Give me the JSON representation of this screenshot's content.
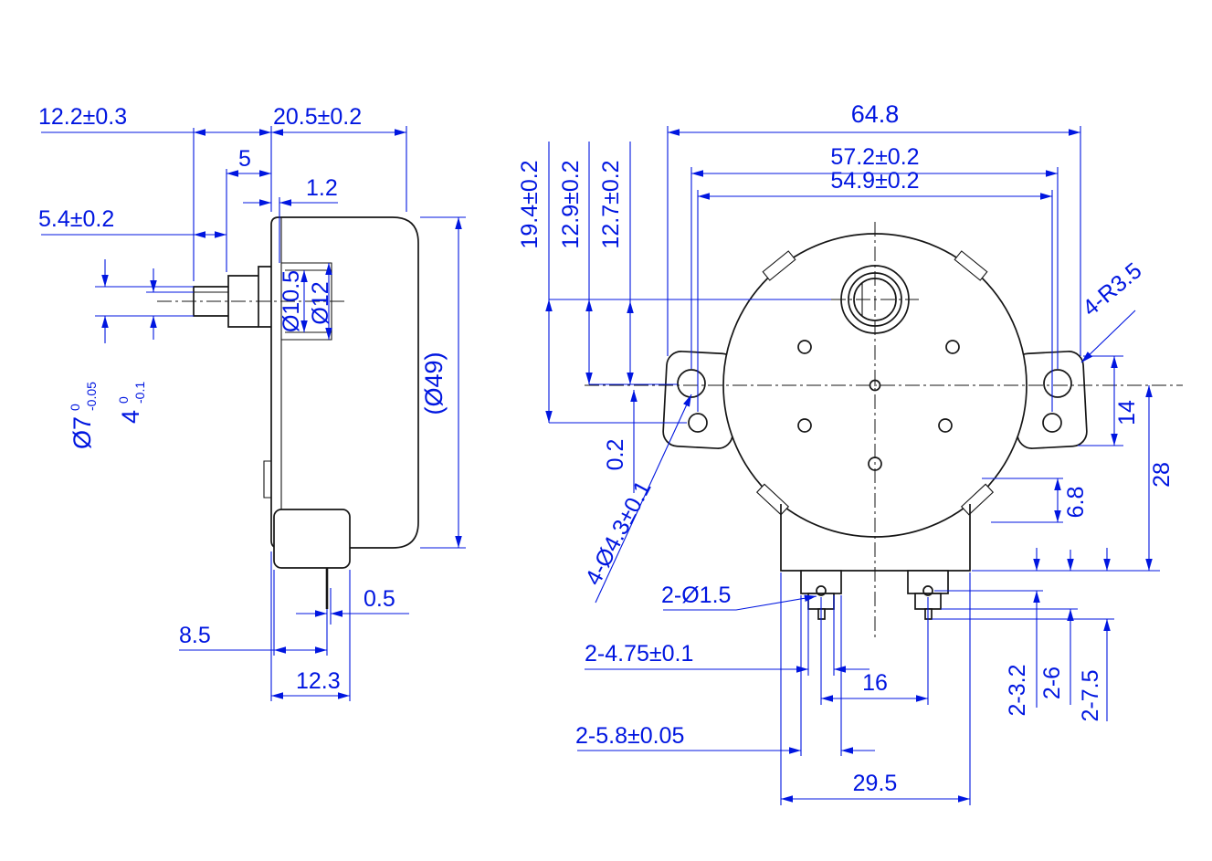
{
  "meta": {
    "type": "engineering-drawing",
    "subject": "synchronous-motor",
    "units": "mm",
    "dimension_color": "#0016e0",
    "geometry_color": "#161616",
    "background": "#ffffff"
  },
  "side_view": {
    "dims": {
      "shaft_length": "12.2±0.3",
      "body_depth": "20.5±0.2",
      "collar_length": "5",
      "flange_thickness": "1.2",
      "shaft_extension": "5.4±0.2",
      "hub_bore": "Ø10.5",
      "hub_outer": "Ø12",
      "shaft_dia": "Ø7",
      "shaft_dia_tol_upper": "0",
      "shaft_dia_tol_lower": "-0.05",
      "shaft_flat": "4",
      "shaft_flat_tol_upper": "0",
      "shaft_flat_tol_lower": "-0.1",
      "body_dia": "(Ø49)",
      "pin_offset": "0.5",
      "pin_setback": "8.5",
      "cover_width": "12.3"
    }
  },
  "front_view": {
    "dims": {
      "overall_width": "64.8",
      "mount_hole_span": "57.2±0.2",
      "pilot_hole_span": "54.9±0.2",
      "shaft_to_hole": "19.4±0.2",
      "shaft_to_center_left": "12.9±0.2",
      "shaft_to_center_right": "12.7±0.2",
      "hole_offset": "0.2",
      "mount_holes": "4-Ø4.3±0.1",
      "ear_corner_radius": "4-R3.5",
      "ear_width": "14",
      "center_to_base": "28",
      "base_tab": "6.8",
      "terminal_holes": "2-Ø1.5",
      "terminal_width": "2-4.75±0.1",
      "terminal_pitch": "16",
      "terminal_base": "2-5.8±0.05",
      "housing_width": "29.5",
      "base_to_hole": "2-3.2",
      "base_to_shoulder": "2-6",
      "base_to_tip": "2-7.5"
    }
  }
}
